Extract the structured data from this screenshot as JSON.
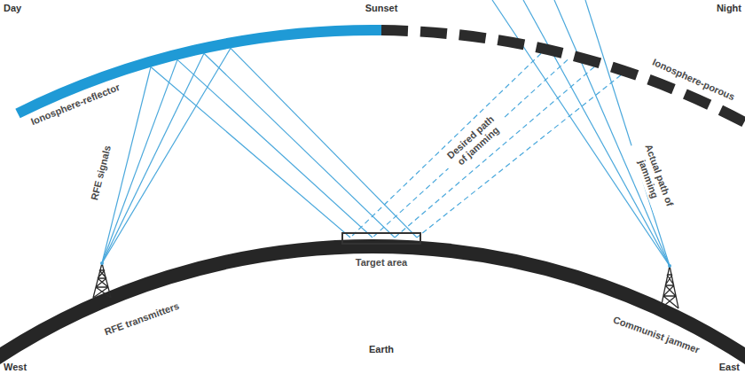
{
  "diagram": {
    "nodes": [
      {
        "text": [
          "Target area"
        ]
      }
    ],
    "labels": [
      "Day",
      "Sunset",
      "Night",
      "Ionosphere-reflector",
      "Ionosphere-porous",
      "RFE signals",
      "Desired path of jamming",
      "Actual path of jamming",
      "RFE transmitters",
      "Communist jammer",
      "West",
      "Earth",
      "East"
    ]
  }
}
